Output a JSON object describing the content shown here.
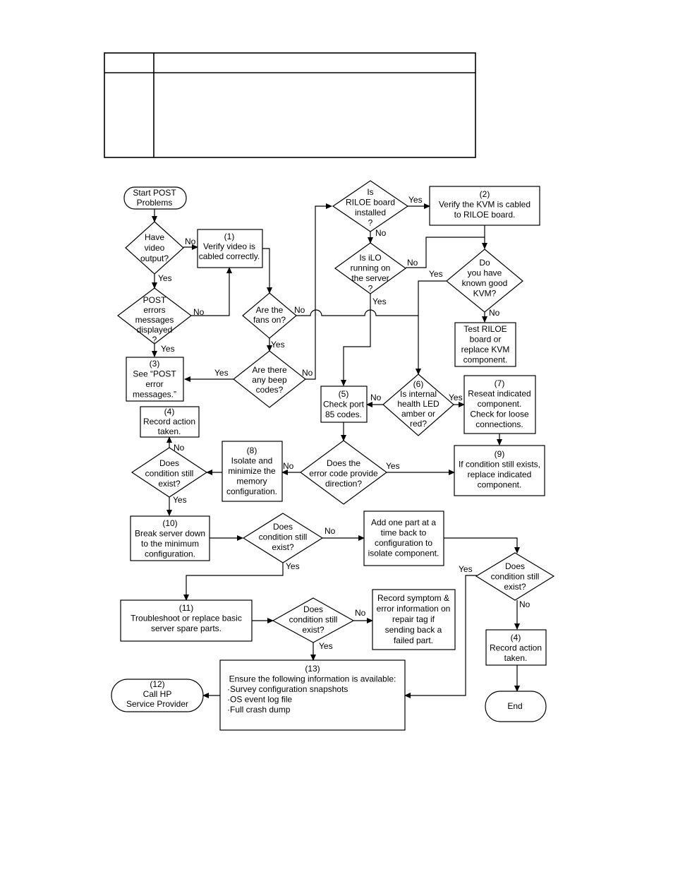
{
  "table": {
    "rows": [
      {
        "key": "",
        "value": ""
      },
      {
        "key": "",
        "value": ""
      }
    ]
  },
  "nodes": {
    "start": {
      "lines": [
        "Start POST",
        "Problems"
      ]
    },
    "video_q": {
      "lines": [
        "Have",
        "video",
        "output?"
      ]
    },
    "verify_video": {
      "lines": [
        "(1)",
        "Verify video is",
        "cabled correctly."
      ]
    },
    "post_err_q": {
      "lines": [
        "POST",
        "errors",
        "messages",
        "displayed",
        "?"
      ]
    },
    "see_post": {
      "lines": [
        "(3)",
        "See “POST",
        "error",
        "messages.”"
      ]
    },
    "fans_q": {
      "lines": [
        "Are the",
        "fans on?"
      ]
    },
    "beep_q": {
      "lines": [
        "Are there",
        "any beep",
        "codes?"
      ]
    },
    "riloe_q": {
      "lines": [
        "Is",
        "RILOE board",
        "installed",
        "?"
      ]
    },
    "verify_kvm": {
      "lines": [
        "(2)",
        "Verify the KVM is cabled",
        "to RILOE board."
      ]
    },
    "ilo_q": {
      "lines": [
        "Is iLO",
        "running on",
        "the server",
        "?"
      ]
    },
    "kvm_q": {
      "lines": [
        "Do",
        "you have",
        "known good",
        "KVM?"
      ]
    },
    "test_riloe": {
      "lines": [
        "Test RILOE",
        "board or",
        "replace KVM",
        "component."
      ]
    },
    "check_port": {
      "lines": [
        "(5)",
        "Check port",
        "85 codes."
      ]
    },
    "health_q": {
      "lines": [
        "(6)",
        "Is internal",
        "health LED",
        "amber or",
        "red?"
      ]
    },
    "reseat": {
      "lines": [
        "(7)",
        "Reseat indicated",
        "component.",
        "Check for loose",
        "connections."
      ]
    },
    "record1": {
      "lines": [
        "(4)",
        "Record action",
        "taken."
      ]
    },
    "cond_q1": {
      "lines": [
        "Does",
        "condition still",
        "exist?"
      ]
    },
    "isolate_mem": {
      "lines": [
        "(8)",
        "Isolate and",
        "minimize the",
        "memory",
        "configuration."
      ]
    },
    "error_q": {
      "lines": [
        "Does the",
        "error code provide",
        "direction?"
      ]
    },
    "replace9": {
      "lines": [
        "(9)",
        "If condition still exists,",
        "replace indicated",
        "component."
      ]
    },
    "break_down": {
      "lines": [
        "(10)",
        "Break server down",
        "to the minimum",
        "configuration."
      ]
    },
    "cond_q2": {
      "lines": [
        "Does",
        "condition still",
        "exist?"
      ]
    },
    "add_part": {
      "lines": [
        "Add one part at a",
        "time back to",
        "configuration to",
        "isolate component."
      ]
    },
    "cond_q3": {
      "lines": [
        "Does",
        "condition still",
        "exist?"
      ]
    },
    "troubleshoot": {
      "lines": [
        "(11)",
        "Troubleshoot or replace basic",
        "server spare parts."
      ]
    },
    "cond_q4": {
      "lines": [
        "Does",
        "condition still",
        "exist?"
      ]
    },
    "record_symptom": {
      "lines": [
        "Record symptom &",
        "error information on",
        "repair tag if",
        "sending back a",
        "failed part."
      ]
    },
    "record2": {
      "lines": [
        "(4)",
        "Record action",
        "taken."
      ]
    },
    "call_hp": {
      "lines": [
        "(12)",
        "Call HP",
        "Service Provider"
      ]
    },
    "ensure": {
      "lines": [
        "(13)",
        "Ensure the following information is available:",
        "·Survey configuration snapshots",
        "·OS event log file",
        "·Full crash dump"
      ]
    },
    "end": {
      "lines": [
        "End"
      ]
    }
  },
  "edge_labels": {
    "video_no": "No",
    "video_yes": "Yes",
    "post_no": "No",
    "post_yes": "Yes",
    "fans_no": "No",
    "fans_yes": "Yes",
    "beep_yes": "Yes",
    "beep_no": "No",
    "riloe_yes": "Yes",
    "riloe_no": "No",
    "ilo_no": "No",
    "ilo_yes": "Yes",
    "kvm_yes": "Yes",
    "kvm_no": "No",
    "health_no": "No",
    "health_yes": "Yes",
    "cond1_no": "No",
    "cond1_yes": "Yes",
    "error_no": "No",
    "error_yes": "Yes",
    "cond2_no": "No",
    "cond2_yes": "Yes",
    "cond3_yes": "Yes",
    "cond3_no": "No",
    "cond4_no": "No",
    "cond4_yes": "Yes"
  }
}
